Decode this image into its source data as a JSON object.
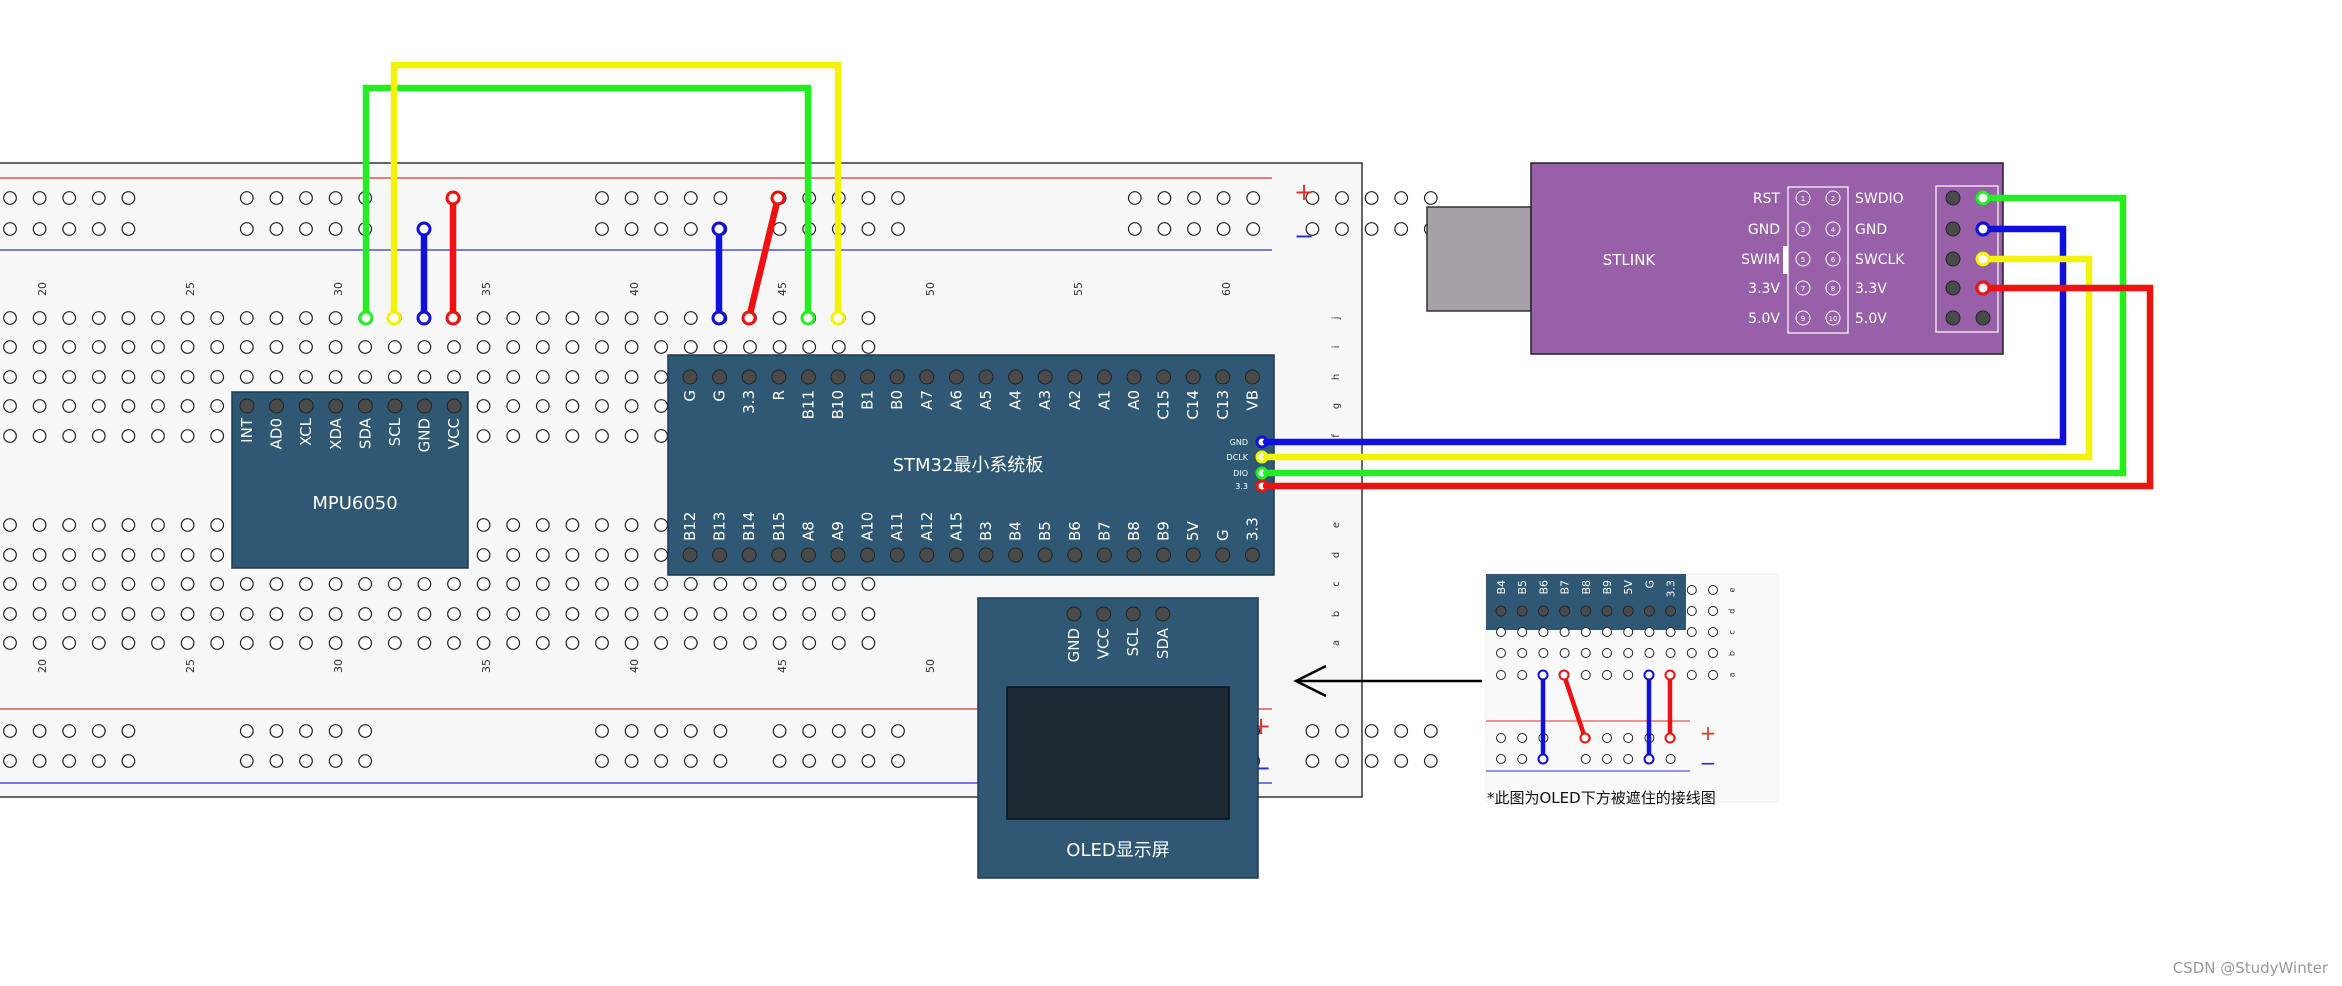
{
  "breadboard": {
    "col_numbers_top": [
      "20",
      "25",
      "30",
      "35",
      "40",
      "45",
      "50",
      "55",
      "60"
    ],
    "col_numbers_bottom": [
      "20",
      "25",
      "30",
      "35",
      "40",
      "45",
      "50"
    ],
    "row_letters": [
      "j",
      "i",
      "h",
      "g",
      "f",
      "e",
      "d",
      "c",
      "b",
      "a"
    ],
    "rail_plus": "+",
    "rail_minus": "−",
    "colors": {
      "board": "#f7f7f7",
      "red_rail": "#e03030",
      "blue_rail": "#3030d0"
    }
  },
  "mpu6050": {
    "title": "MPU6050",
    "pins": [
      "INT",
      "AD0",
      "XCL",
      "XDA",
      "SDA",
      "SCL",
      "GND",
      "VCC"
    ],
    "color": "#2e5873"
  },
  "stm32": {
    "title": "STM32最小系统板",
    "top_pins": [
      "G",
      "G",
      "3.3",
      "R",
      "B11",
      "B10",
      "B1",
      "B0",
      "A7",
      "A6",
      "A5",
      "A4",
      "A3",
      "A2",
      "A1",
      "A0",
      "C15",
      "C14",
      "C13",
      "VB"
    ],
    "bottom_pins": [
      "B12",
      "B13",
      "B14",
      "B15",
      "A8",
      "A9",
      "A10",
      "A11",
      "A12",
      "A15",
      "B3",
      "B4",
      "B5",
      "B6",
      "B7",
      "B8",
      "B9",
      "5V",
      "G",
      "3.3"
    ],
    "debug_pins": [
      "GND",
      "DCLK",
      "DIO",
      "3.3"
    ],
    "color": "#2e5873"
  },
  "oled": {
    "title": "OLED显示屏",
    "pins": [
      "GND",
      "VCC",
      "SCL",
      "SDA"
    ],
    "color": "#2e5873",
    "screen_color": "#1e2a33"
  },
  "stlink": {
    "title": "STLINK",
    "left_labels": [
      "RST",
      "GND",
      "SWIM",
      "3.3V",
      "5.0V"
    ],
    "right_labels": [
      "SWDIO",
      "GND",
      "SWCLK",
      "3.3V",
      "5.0V"
    ],
    "pin_numbers": [
      "1",
      "2",
      "3",
      "4",
      "5",
      "6",
      "7",
      "8",
      "9",
      "10"
    ],
    "color": "#9860a8",
    "usb_color": "#a8a0a8"
  },
  "inset": {
    "pins": [
      "B4",
      "B5",
      "B6",
      "B7",
      "B8",
      "B9",
      "5V",
      "G",
      "3.3"
    ],
    "row_letters": [
      "e",
      "d",
      "c",
      "b",
      "a"
    ],
    "rail_plus": "+",
    "rail_minus": "−",
    "caption": "*此图为OLED下方被遮住的接线图"
  },
  "wire_colors": {
    "green": "#22ee22",
    "yellow": "#f2f20a",
    "blue": "#1010dd",
    "red": "#ee1111"
  },
  "watermark": "CSDN @StudyWinter"
}
